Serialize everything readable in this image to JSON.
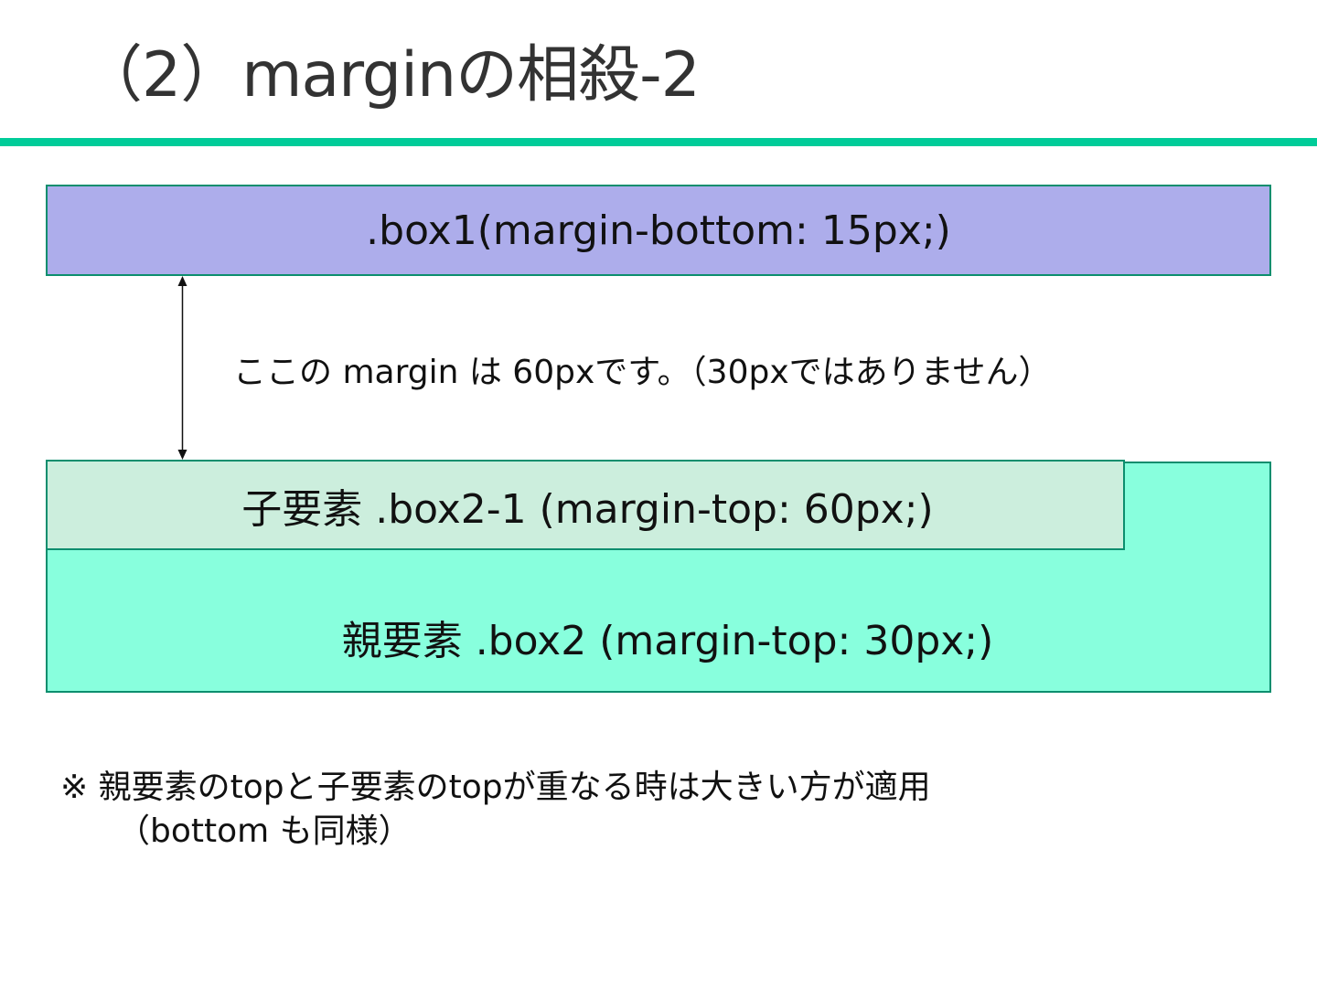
{
  "slide": {
    "title": "（2）marginの相殺-2",
    "colors": {
      "title_rule": "#00CC99",
      "box_border": "#0C8E6E",
      "box1_fill": "#ADADEB",
      "box2_fill": "#88FFDD",
      "box2_1_fill": "#CCEEDD",
      "title_text": "#333333"
    }
  },
  "diagram": {
    "box1": {
      "label": ".box1(margin-bottom: 15px;)"
    },
    "margin_note": "ここの margin は 60pxです。（30pxではありません）",
    "box2_1": {
      "label": "子要素 .box2-1 (margin-top: 60px;)"
    },
    "box2": {
      "label": "親要素 .box2 (margin-top: 30px;)"
    },
    "arrow": {
      "icon": "double-headed-vertical-arrow"
    }
  },
  "footnote": {
    "line1": "※ 親要素のtopと子要素のtopが重なる時は大きい方が適用",
    "line2": "（bottom も同様）"
  }
}
